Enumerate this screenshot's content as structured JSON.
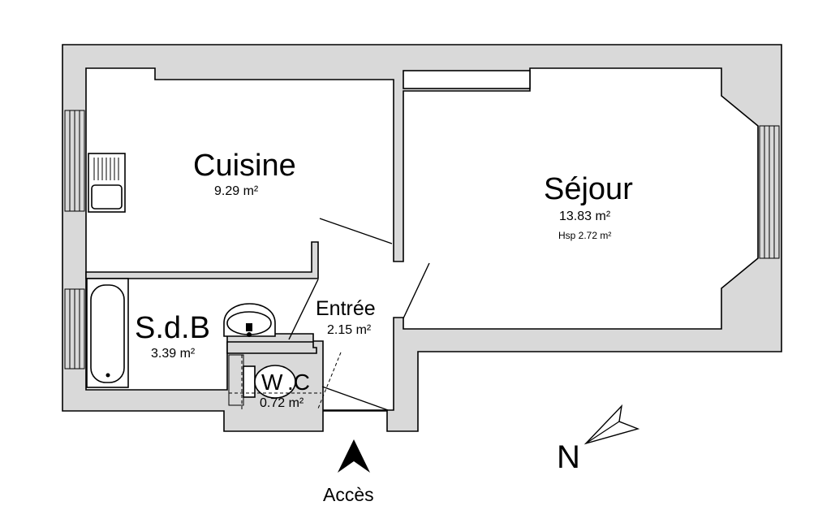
{
  "rooms": {
    "cuisine": {
      "name": "Cuisine",
      "area": "9.29 m²"
    },
    "sejour": {
      "name": "Séjour",
      "area": "13.83 m²",
      "height": "Hsp 2.72 m²"
    },
    "sdb": {
      "name": "S.d.B",
      "area": "3.39 m²"
    },
    "entree": {
      "name": "Entrée",
      "area": "2.15 m²"
    },
    "wc": {
      "name_left": "W",
      "name_right": ".C",
      "area": "0.72 m²"
    }
  },
  "access": {
    "label": "Accès"
  },
  "compass": {
    "label": "N"
  }
}
